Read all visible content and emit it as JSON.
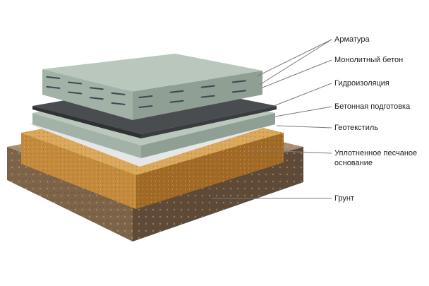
{
  "layers": [
    {
      "key": "armatura",
      "label": "Арматура"
    },
    {
      "key": "beton",
      "label": "Монолитный бетон"
    },
    {
      "key": "gidro",
      "label": "Гидроизоляция"
    },
    {
      "key": "podgotovka",
      "label": "Бетонная подготовка"
    },
    {
      "key": "geotextil",
      "label": "Геотекстиль"
    },
    {
      "key": "pesok",
      "label": "Уплотненное песчаное основание"
    },
    {
      "key": "grunt",
      "label": "Грунт"
    }
  ],
  "colors": {
    "soil_top": "#a88e6e",
    "soil_left": "#7e6448",
    "soil_right": "#5e4a36",
    "sand_top": "#d9a85a",
    "sand_left": "#c48a3c",
    "sand_right": "#a06a26",
    "geotextile": "#e4e6e8",
    "concrete_top": "#b9c7bd",
    "concrete_left": "#a3b2a7",
    "concrete_right": "#8f9f94",
    "membrane": "#4a4d50",
    "rebar": "#3a4a52",
    "leader": "#7a7a7a"
  }
}
